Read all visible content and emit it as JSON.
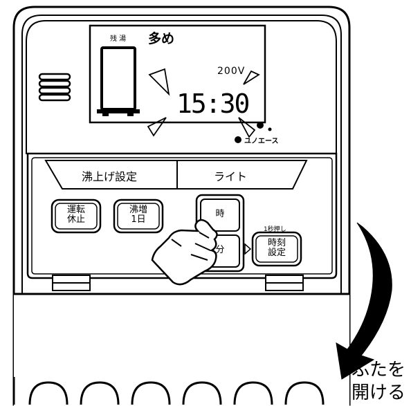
{
  "display": {
    "remaining_label": "残 湯",
    "level_text": "多め",
    "voltage": "200V",
    "time": "15:30",
    "brand": "ユノエース"
  },
  "buttons": {
    "boil_setting": "沸上げ設定",
    "light": "ライト",
    "run_stop": [
      "運転",
      "休止"
    ],
    "boost_1day": [
      "沸増",
      "1日"
    ],
    "hour": "時",
    "minute": "分",
    "clock_set": [
      "時刻",
      "設定"
    ],
    "hold_hint": "1秒押し"
  },
  "caption": {
    "line1": "ふたを",
    "line2": "開ける"
  },
  "colors": {
    "ink": "#000000",
    "lcd": "#ffffff",
    "background": "#ffffff"
  }
}
